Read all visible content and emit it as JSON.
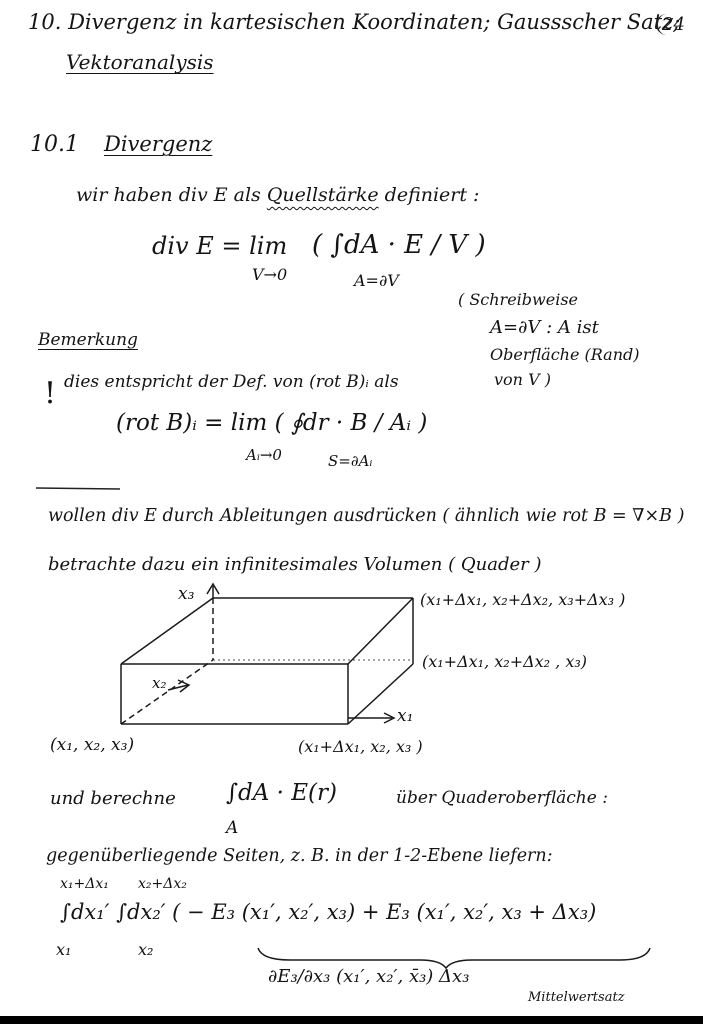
{
  "header": {
    "title_line1": "10. Divergenz in kartesischen Koordinaten; Gaussscher Satz;",
    "title_line2": "Vektoranalysis",
    "page_number": "24"
  },
  "section": {
    "number": "10.1",
    "title": "Divergenz"
  },
  "intro": {
    "pre": "wir haben div E als",
    "quell": "Quellstärke",
    "post": "definiert :"
  },
  "definition": {
    "lhs": "div E = lim",
    "lim_sub": "V→0",
    "integral": "( ∫dA · E / V )",
    "int_sub": "A=∂V"
  },
  "side_note": {
    "line1": "( Schreibweise",
    "line2": "A=∂V : A ist",
    "line3": "Oberfläche (Rand)",
    "line4": "von V )"
  },
  "remark": {
    "label": "Bemerkung",
    "bang": "!",
    "line": "dies entspricht der Def. von (rot B)ᵢ als",
    "formula": "(rot B)ᵢ = lim ( ∮dr · B / Aᵢ )",
    "lim_sub": "Aᵢ→0",
    "int_sub": "S=∂Aᵢ"
  },
  "body": {
    "line1": "wollen div E durch Ableitungen ausdrücken ( ähnlich wie rot B = ∇×B )",
    "line2": "betrachte dazu ein infinitesimales Volumen ( Quader )"
  },
  "figure": {
    "axis_x3": "x₃",
    "axis_x1": "x₁",
    "axis_x2": "x₂",
    "corner_origin": "(x₁, x₂, x₃)",
    "corner_x1": "(x₁+Δx₁, x₂, x₃ )",
    "corner_x1x2": "(x₁+Δx₁, x₂+Δx₂ , x₃)",
    "corner_top": "(x₁+Δx₁, x₂+Δx₂, x₃+Δx₃ )"
  },
  "integral_text": {
    "pre": "und berechne",
    "formula": "∫dA · E(r)",
    "sub": "A",
    "post": "über Quaderoberfläche :"
  },
  "faces": {
    "line": "gegenüberliegende Seiten, z. B. in der 1-2-Ebene liefern:"
  },
  "final": {
    "upper1": "x₁+Δx₁",
    "lower1": "x₁",
    "upper2": "x₂+Δx₂",
    "lower2": "x₂",
    "formula": "∫dx₁′ ∫dx₂′ ( − E₃ (x₁′, x₂′, x₃) + E₃ (x₁′, x₂′, x₃ + Δx₃)",
    "under_formula": "∂E₃/∂x₃ (x₁′, x₂′, x̄₃) Δx₃",
    "under_note": "Mittelwertsatz"
  }
}
